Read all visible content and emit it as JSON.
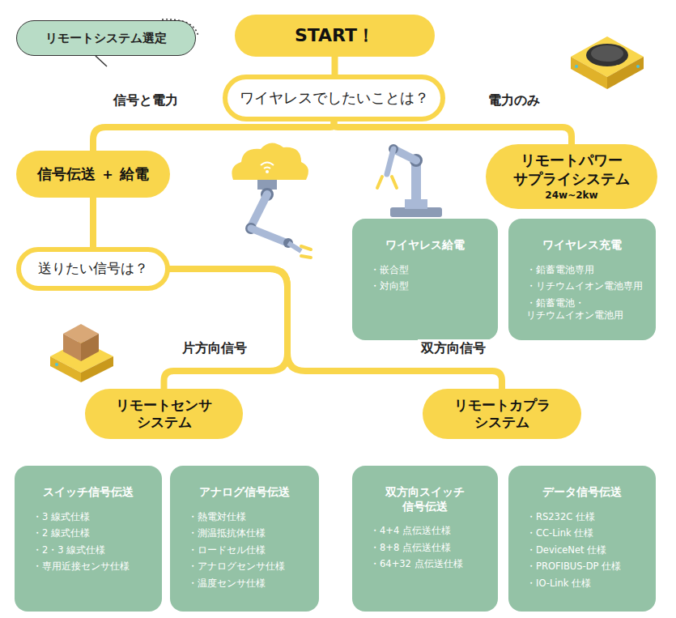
{
  "diagram": {
    "nodes": [
      {
        "text": [
          "リモートシステム選定"
        ]
      },
      {
        "text": [
          "START！"
        ]
      },
      {
        "text": [
          "ワイヤレスでしたいことは？"
        ]
      },
      {
        "text": [
          "信号伝送 ＋ 給電"
        ]
      },
      {
        "text": [
          "リモートパワー サプライシステム",
          "24w~2kw"
        ]
      },
      {
        "text": [
          "ワイヤレス給電",
          "・嵌合型",
          "・対向型"
        ]
      },
      {
        "text": [
          "ワイヤレス充電",
          "・鉛蓄電池専用",
          "・リチウムイオン電池専用",
          "・鉛蓄電池・ リチウムイオン電池用"
        ]
      },
      {
        "text": [
          "送りたい信号は？"
        ]
      },
      {
        "text": [
          "リモートセンサ システム"
        ]
      },
      {
        "text": [
          "リモートカプラ システム"
        ]
      },
      {
        "text": [
          "スイッチ信号伝送",
          "・3 線式仕様",
          "・2 線式仕様",
          "・2・3 線式仕様",
          "・専用近接センサ仕様"
        ]
      },
      {
        "text": [
          "アナログ信号伝送",
          "・熱電対仕様",
          "・測温抵抗体仕様",
          "・ロードセル仕様",
          "・アナログセンサ仕様",
          "・温度センサ仕様"
        ]
      },
      {
        "text": [
          "双方向スイッチ 信号伝送",
          "・4+4 点伝送仕様",
          "・8+8 点伝送仕様",
          "・64+32 点伝送仕様"
        ]
      },
      {
        "text": [
          "データ信号伝送",
          "・RS232C 仕様",
          "・CC-Link 仕様",
          "・DeviceNet 仕様",
          "・PROFIBUS-DP 仕様",
          "・IO-Link 仕様"
        ]
      }
    ],
    "edges": [
      {
        "from": 1,
        "to": 2,
        "arrow": "none"
      },
      {
        "from": 2,
        "to": 3,
        "label": "信号と電力",
        "arrow": "none"
      },
      {
        "from": 2,
        "to": 4,
        "label": "電力のみ",
        "arrow": "none"
      },
      {
        "from": 3,
        "to": 7,
        "arrow": "none"
      },
      {
        "from": 7,
        "to": 8,
        "label": "片方向信号",
        "arrow": "none"
      },
      {
        "from": 7,
        "to": 9,
        "label": "双方向信号",
        "arrow": "none"
      }
    ]
  }
}
